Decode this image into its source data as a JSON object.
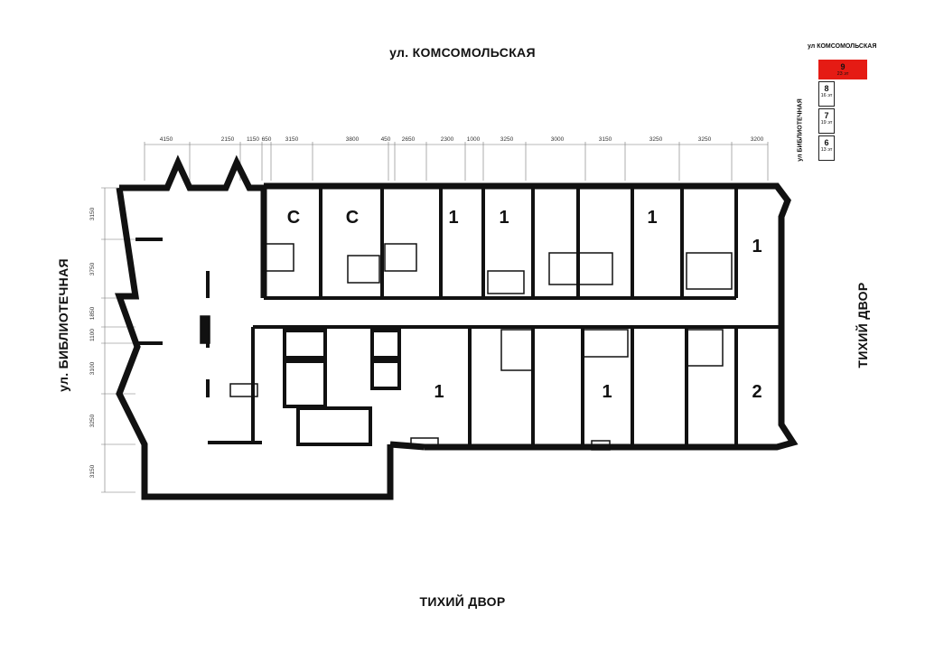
{
  "streets": {
    "top": "ул. КОМСОМОЛЬСКАЯ",
    "bottom": "ТИХИЙ ДВОР",
    "left": "ул. БИБЛИОТЕЧНАЯ",
    "right": "ТИХИЙ ДВОР"
  },
  "dimensions_top": [
    "4150",
    "2150",
    "1150",
    "650",
    "3150",
    "3800",
    "450",
    "2650",
    "2300",
    "1000",
    "3250",
    "3000",
    "3150",
    "3250",
    "3250",
    "3200"
  ],
  "dimensions_left": [
    "3150",
    "3750",
    "1850",
    "1100",
    "3100",
    "3250",
    "3150"
  ],
  "rooms": [
    "С",
    "С",
    "1",
    "1",
    "1",
    "1",
    "1",
    "1",
    "2"
  ],
  "key_plan": {
    "street_top": "ул КОМСОМОЛЬСКАЯ",
    "street_side": "ул БИБЛИОТЕЧНАЯ",
    "sections": [
      {
        "num": "9",
        "floors": "23 эт",
        "active": true
      },
      {
        "num": "8",
        "floors": "16 эт",
        "active": false
      },
      {
        "num": "7",
        "floors": "19 эт",
        "active": false
      },
      {
        "num": "6",
        "floors": "13 эт",
        "active": false
      }
    ],
    "active_color": "#e51b14"
  }
}
